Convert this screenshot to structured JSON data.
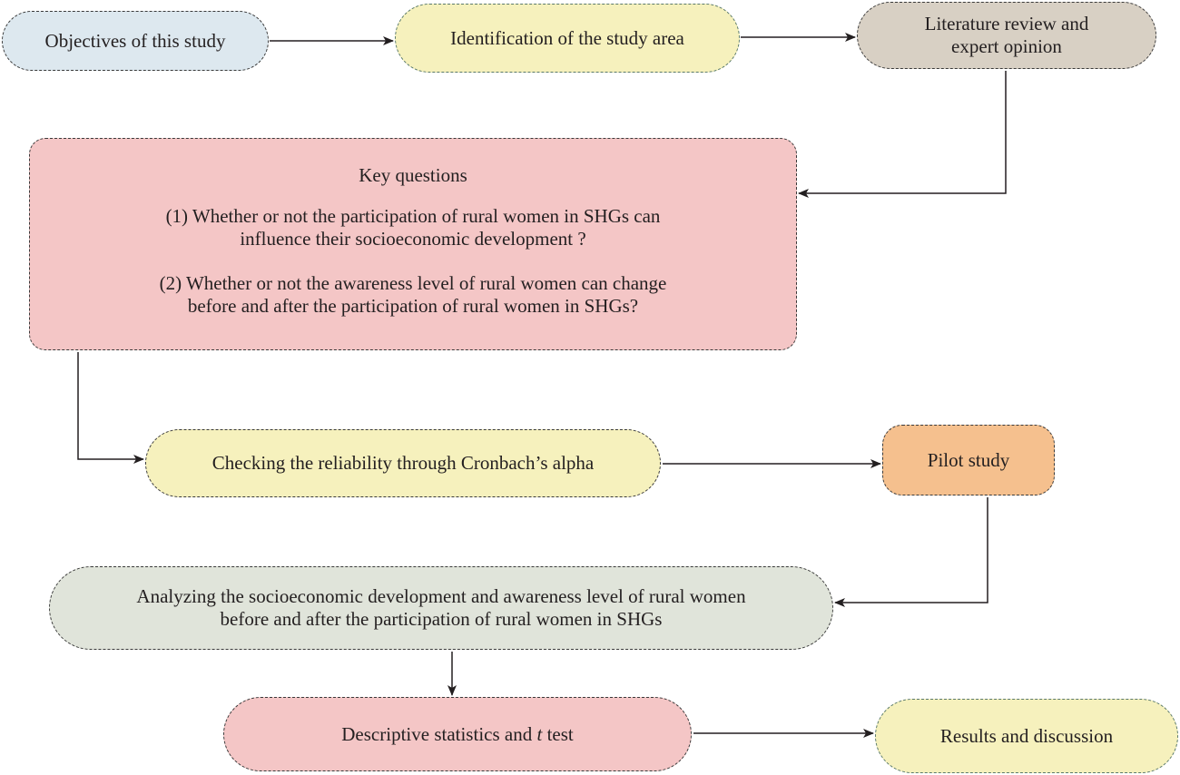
{
  "nodes": {
    "objectives": "Objectives of this study",
    "identification": "Identification of the study area",
    "literature": [
      "Literature review and",
      "expert opinion"
    ],
    "key_questions": {
      "title": "Key questions",
      "q1": [
        "(1) Whether or not the participation of rural women in SHGs can",
        "influence their socioeconomic development ?"
      ],
      "q2": [
        "(2) Whether or not the awareness level of rural women can change",
        "before and after the participation of rural women in SHGs?"
      ]
    },
    "cronbach": "Checking the reliability through Cronbach’s alpha",
    "pilot": "Pilot study",
    "analyzing": [
      "Analyzing the socioeconomic development and awareness level of rural women",
      "before and after the participation of rural women in SHGs"
    ],
    "descriptive": {
      "prefix": "Descriptive statistics and ",
      "italic": "t",
      "suffix": " test"
    },
    "results": "Results and discussion"
  },
  "colors": {
    "objectives": "#dde8ef",
    "identification": "#f6f1bd",
    "literature": "#d8d0c4",
    "key_questions": "#f4c6c6",
    "cronbach": "#f6f1bd",
    "pilot": "#f5c08e",
    "analyzing": "#e0e4da",
    "descriptive": "#f4c6c6",
    "results": "#f6f1bd"
  }
}
